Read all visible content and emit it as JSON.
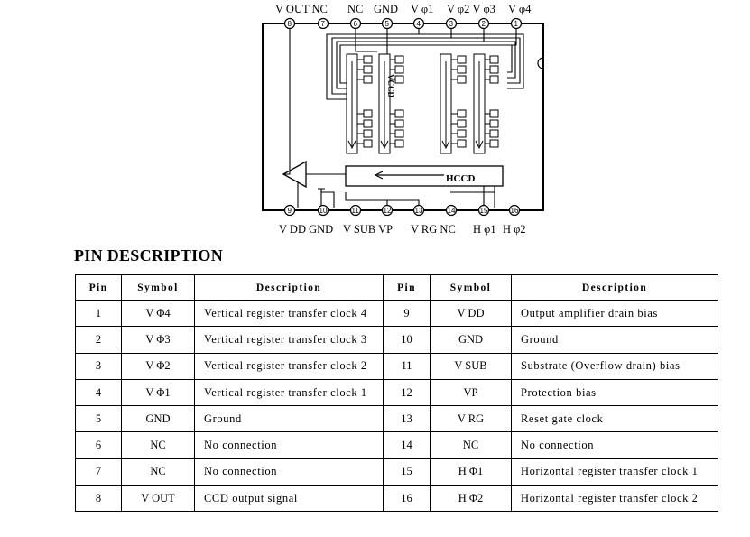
{
  "diagram": {
    "top_pin_labels": [
      "V OUT NC",
      "NC",
      "GND",
      "V φ1",
      "V φ2 V φ3",
      "V φ4"
    ],
    "top_pin_numbers": [
      "8",
      "7",
      "6",
      "5",
      "4",
      "3",
      "2",
      "1"
    ],
    "bottom_pin_labels": [
      "V DD GND",
      "V SUB VP",
      "V RG NC",
      "H φ1",
      "H φ2"
    ],
    "bottom_pin_numbers": [
      "9",
      "10",
      "11",
      "12",
      "13",
      "14",
      "15",
      "16"
    ],
    "vccd_label": "VCCD",
    "hccd_label": "HCCD"
  },
  "section_title": "PIN DESCRIPTION",
  "table": {
    "headers": [
      "Pin",
      "Symbol",
      "Description",
      "Pin",
      "Symbol",
      "Description"
    ],
    "rows": [
      {
        "pin_a": "1",
        "sym_a": "V Φ4",
        "desc_a": "Vertical register transfer clock 4",
        "pin_b": "9",
        "sym_b": "V DD",
        "desc_b": "Output amplifier drain bias"
      },
      {
        "pin_a": "2",
        "sym_a": "V Φ3",
        "desc_a": "Vertical register transfer clock 3",
        "pin_b": "10",
        "sym_b": "GND",
        "desc_b": "Ground"
      },
      {
        "pin_a": "3",
        "sym_a": "V Φ2",
        "desc_a": "Vertical register transfer clock 2",
        "pin_b": "11",
        "sym_b": "V SUB",
        "desc_b": "Substrate (Overflow drain) bias"
      },
      {
        "pin_a": "4",
        "sym_a": "V Φ1",
        "desc_a": "Vertical register transfer clock 1",
        "pin_b": "12",
        "sym_b": "VP",
        "desc_b": "Protection bias"
      },
      {
        "pin_a": "5",
        "sym_a": "GND",
        "desc_a": "Ground",
        "pin_b": "13",
        "sym_b": "V RG",
        "desc_b": "Reset gate clock"
      },
      {
        "pin_a": "6",
        "sym_a": "NC",
        "desc_a": "No connection",
        "pin_b": "14",
        "sym_b": "NC",
        "desc_b": "No connection"
      },
      {
        "pin_a": "7",
        "sym_a": "NC",
        "desc_a": "No connection",
        "pin_b": "15",
        "sym_b": "H Φ1",
        "desc_b": "Horizontal register transfer clock 1"
      },
      {
        "pin_a": "8",
        "sym_a": "V OUT",
        "desc_a": "CCD output signal",
        "pin_b": "16",
        "sym_b": "H Φ2",
        "desc_b": "Horizontal register transfer clock 2"
      }
    ]
  }
}
